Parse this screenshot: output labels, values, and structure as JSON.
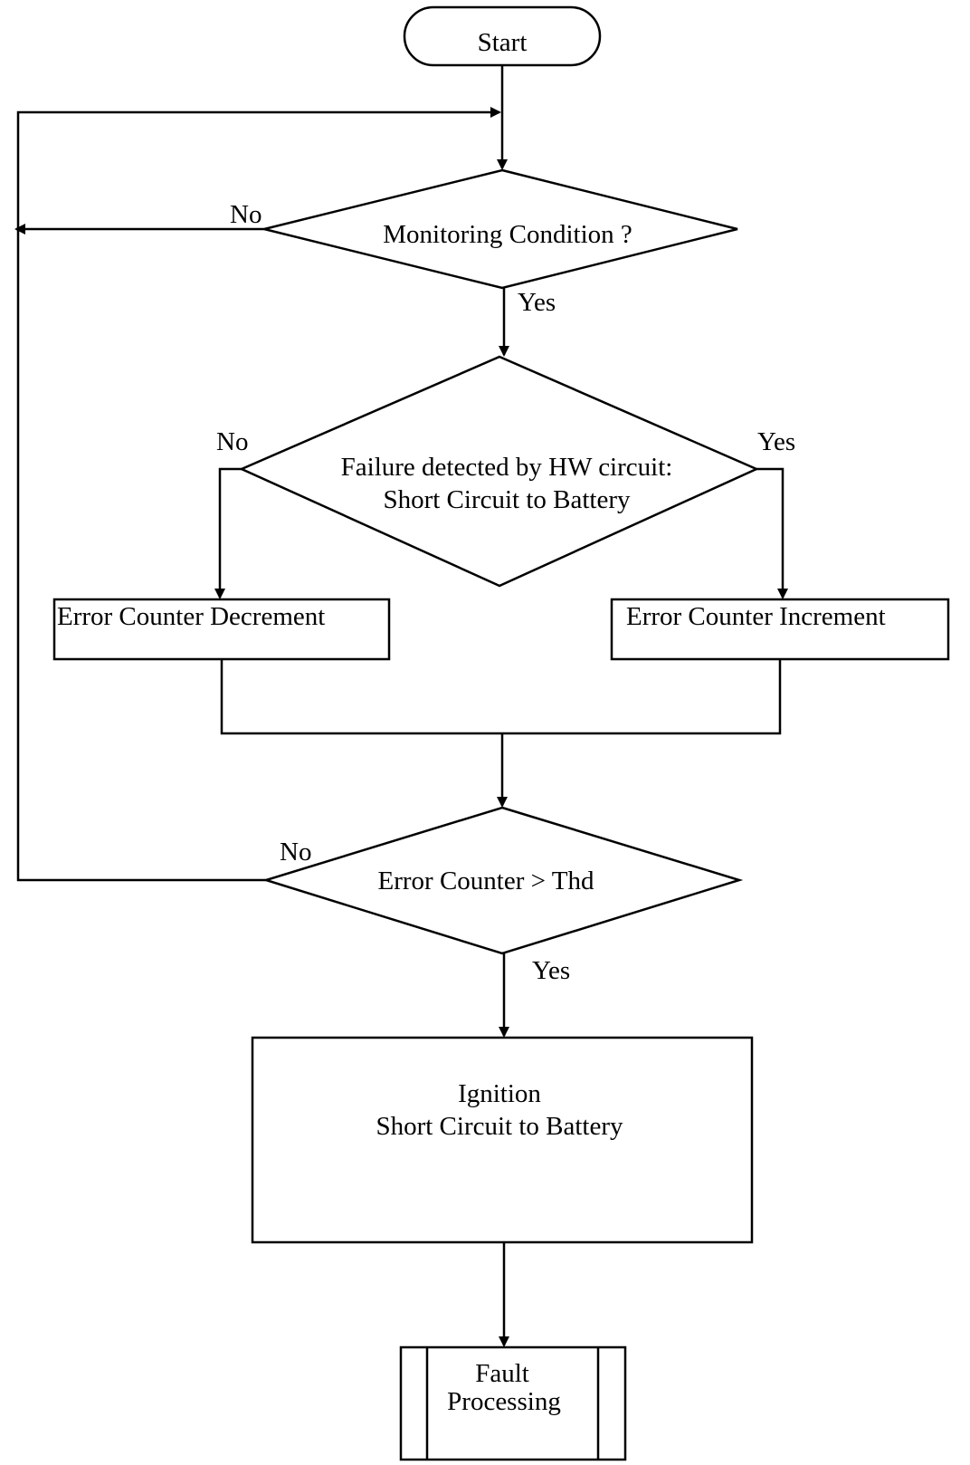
{
  "nodes": {
    "start": "Start",
    "monitoring": "Monitoring Condition ?",
    "failure_line1": "Failure detected by HW circuit:",
    "failure_line2": "Short Circuit to Battery",
    "decrement": "Error Counter Decrement",
    "increment": "Error Counter Increment",
    "threshold": "Error Counter >  Thd",
    "ignition_line1": "Ignition",
    "ignition_line2": "Short Circuit to Battery",
    "fault_line1": "Fault",
    "fault_line2": "Processing"
  },
  "edges": {
    "monitoring_no": "No",
    "monitoring_yes": "Yes",
    "failure_no": "No",
    "failure_yes": "Yes",
    "threshold_no": "No",
    "threshold_yes": "Yes"
  }
}
